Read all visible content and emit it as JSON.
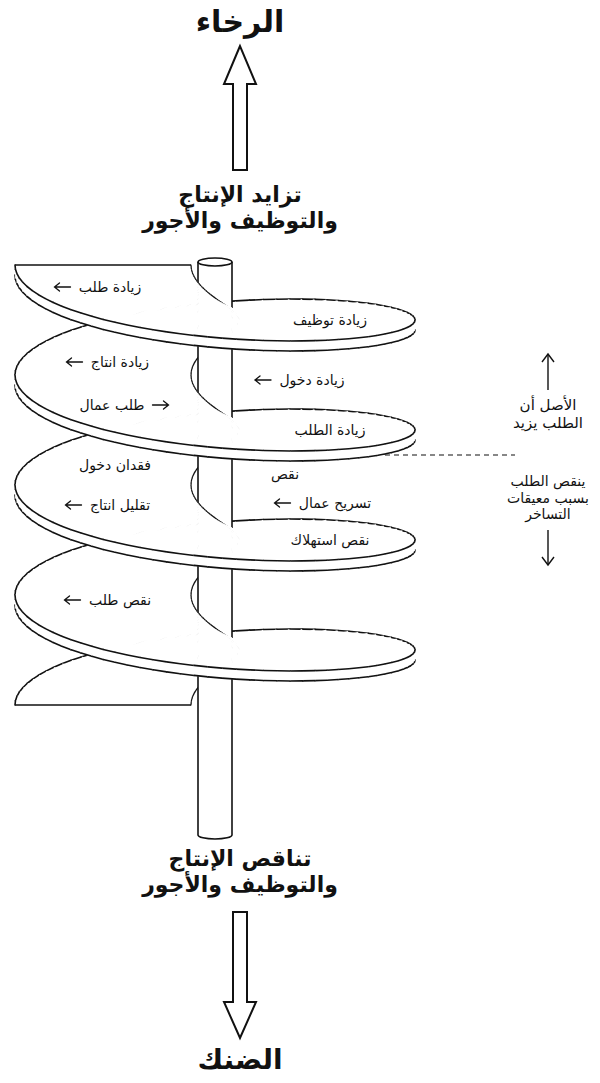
{
  "diagram": {
    "labels": [
      "الرخاء",
      "تزايد الإنتاج والتوظيف والأجور",
      "زيادة طلب",
      "زيادة توظيف",
      "زيادة انتاج",
      "زيادة دخول",
      "طلب عمال",
      "زيادة الطلب",
      "الأصل أن الطلب يزيد",
      "نقص",
      "ينقص الطلب بسبب معيقات التساخر",
      "فقدان دخول",
      "تقليل انتاج",
      "تسريح عمال",
      "نقص استهلاك",
      "نقص طلب",
      "تناقص الإنتاج والتوظيف والأجور",
      "الضنك"
    ]
  }
}
